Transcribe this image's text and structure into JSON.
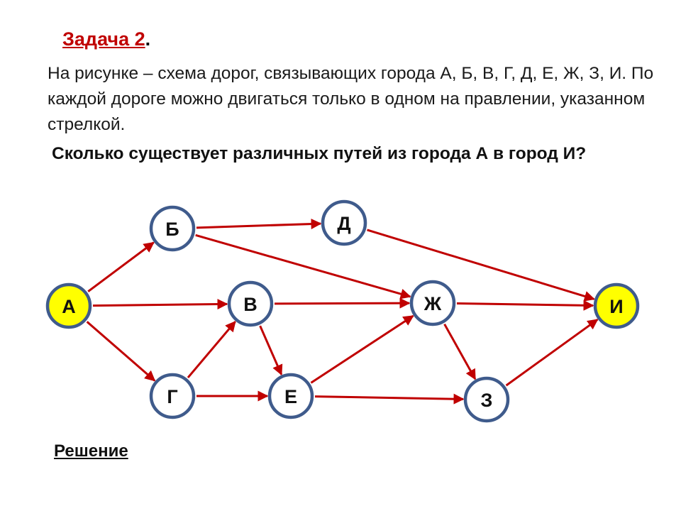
{
  "title": {
    "text": "Задача 2",
    "suffix": "."
  },
  "problem_text": "На рисунке – схема дорог, связывающих города А, Б, В, Г, Д, Е, Ж, З, И. По каждой дороге можно двигаться только в одном на правлении, указанном стрелкой.",
  "question": "Сколько существует различных путей из города А в город И?",
  "solution_link": "Решение",
  "colors": {
    "edge": "#c00000",
    "node_border": "#3f5b8c",
    "terminal_fill": "#ffff00",
    "node_fill": "#ffffff"
  },
  "nodes": [
    {
      "id": "A",
      "label": "А",
      "terminal": true
    },
    {
      "id": "B",
      "label": "Б"
    },
    {
      "id": "V",
      "label": "В"
    },
    {
      "id": "G",
      "label": "Г"
    },
    {
      "id": "D",
      "label": "Д"
    },
    {
      "id": "E",
      "label": "Е"
    },
    {
      "id": "ZH",
      "label": "Ж"
    },
    {
      "id": "Z",
      "label": "З"
    },
    {
      "id": "I",
      "label": "И",
      "terminal": true
    }
  ],
  "edges": [
    {
      "from": "A",
      "to": "B"
    },
    {
      "from": "A",
      "to": "V"
    },
    {
      "from": "A",
      "to": "G"
    },
    {
      "from": "B",
      "to": "D"
    },
    {
      "from": "B",
      "to": "ZH"
    },
    {
      "from": "D",
      "to": "I"
    },
    {
      "from": "V",
      "to": "ZH"
    },
    {
      "from": "V",
      "to": "E"
    },
    {
      "from": "G",
      "to": "V"
    },
    {
      "from": "G",
      "to": "E"
    },
    {
      "from": "E",
      "to": "ZH"
    },
    {
      "from": "E",
      "to": "Z"
    },
    {
      "from": "ZH",
      "to": "I"
    },
    {
      "from": "ZH",
      "to": "Z"
    },
    {
      "from": "Z",
      "to": "I"
    }
  ]
}
